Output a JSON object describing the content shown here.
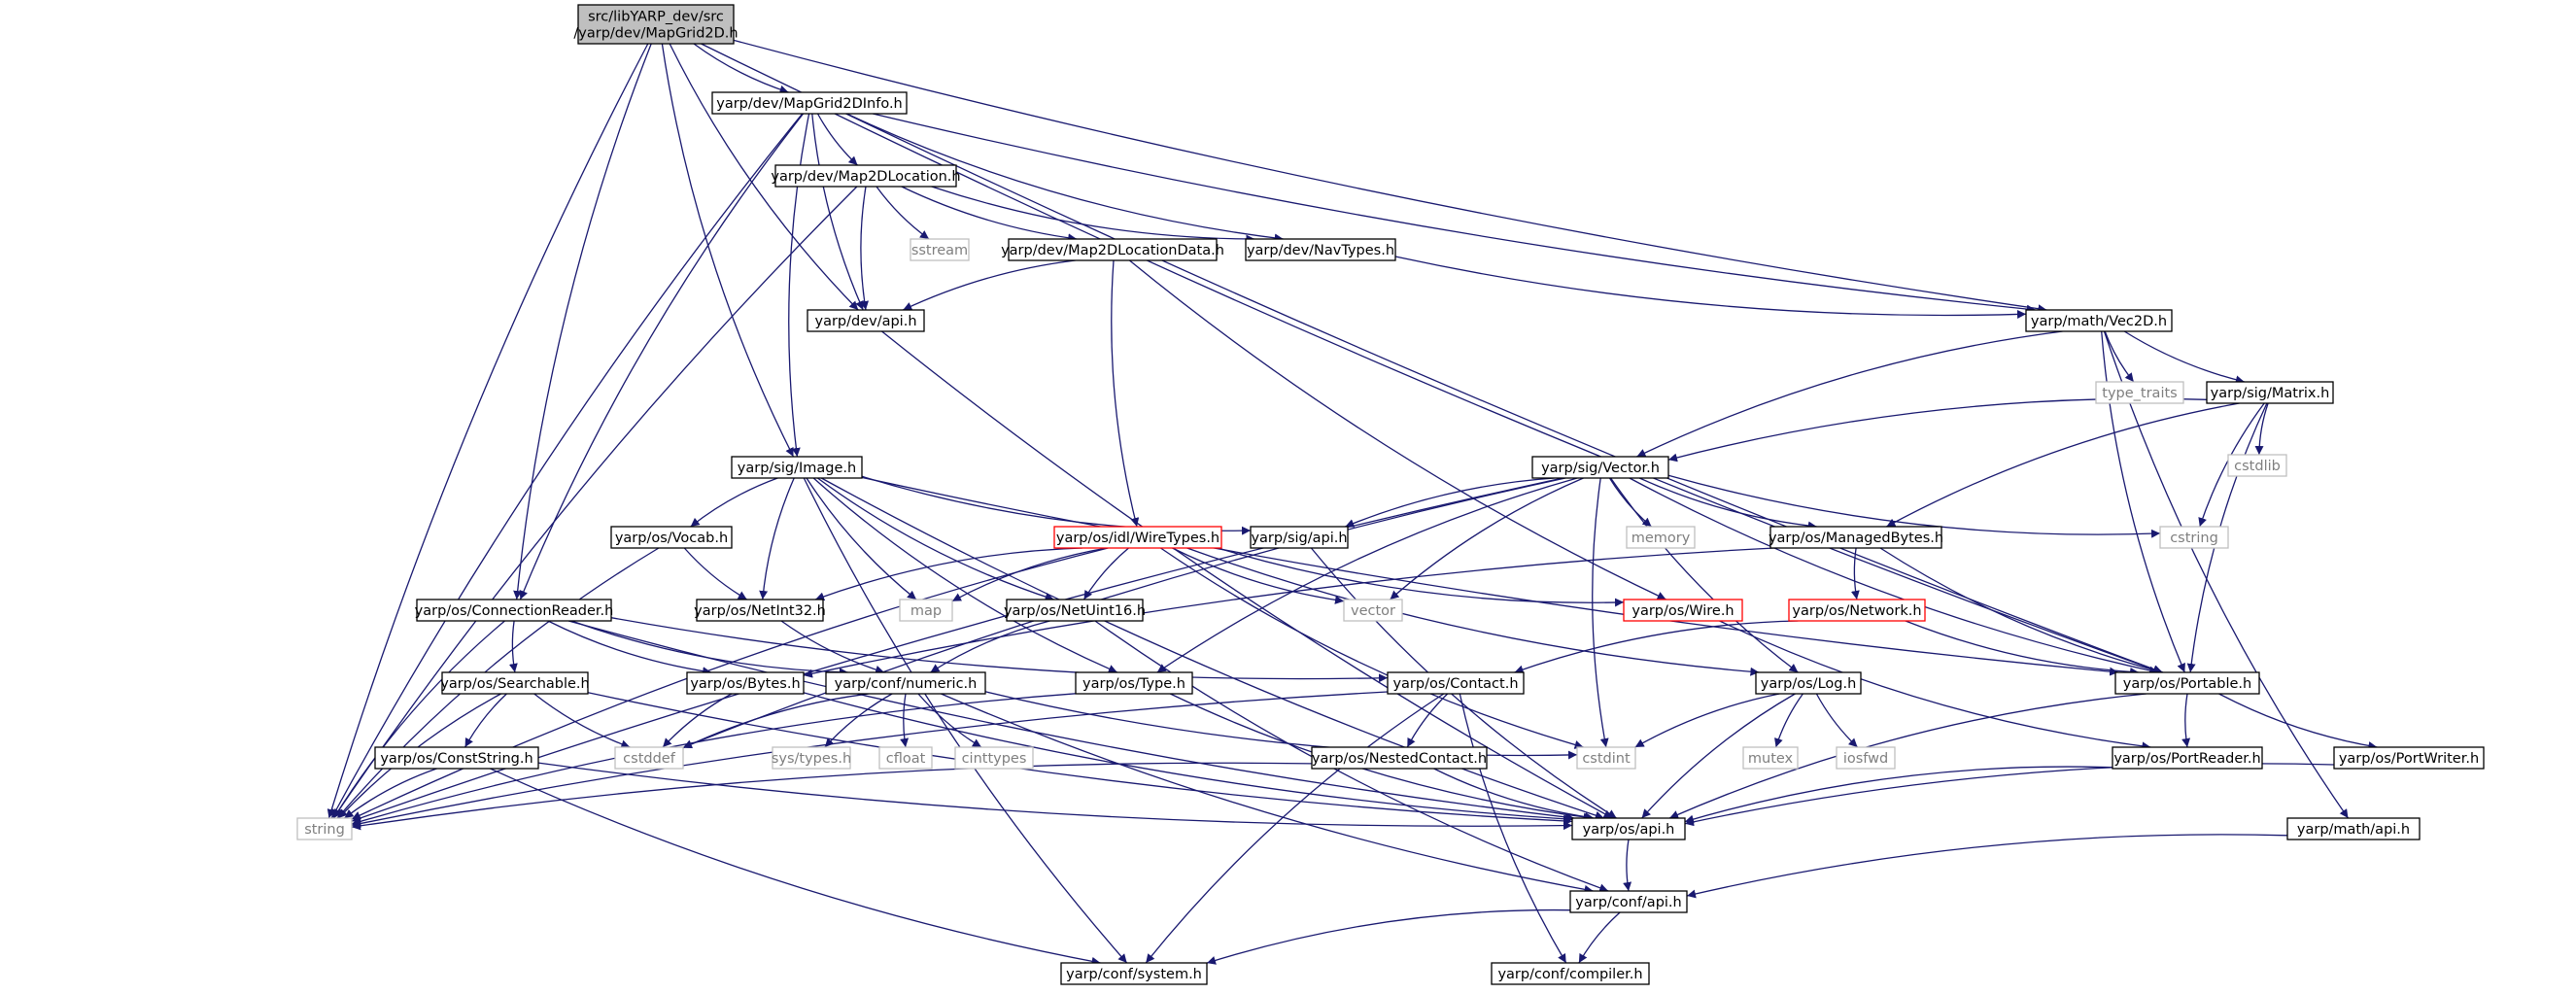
{
  "colors": {
    "edge": "#191970",
    "root_fill": "#bfbfbf",
    "node_border": "#000000",
    "missing_border": "#bfbfbf",
    "missing_text": "#7f7f7f",
    "truncated_border": "#ff0000",
    "background": "#ffffff"
  },
  "nodes": [
    {
      "id": "root",
      "lines": [
        "src/libYARP_dev/src",
        "/yarp/dev/MapGrid2D.h"
      ],
      "kind": "root"
    },
    {
      "id": "mapgrid2dinfo",
      "lines": [
        "yarp/dev/MapGrid2DInfo.h"
      ],
      "kind": "normal"
    },
    {
      "id": "map2dlocation",
      "lines": [
        "yarp/dev/Map2DLocation.h"
      ],
      "kind": "normal"
    },
    {
      "id": "sstream",
      "lines": [
        "sstream"
      ],
      "kind": "missing"
    },
    {
      "id": "map2dlocationdata",
      "lines": [
        "yarp/dev/Map2DLocationData.h"
      ],
      "kind": "normal"
    },
    {
      "id": "navtypes",
      "lines": [
        "yarp/dev/NavTypes.h"
      ],
      "kind": "normal"
    },
    {
      "id": "devapi",
      "lines": [
        "yarp/dev/api.h"
      ],
      "kind": "normal"
    },
    {
      "id": "vec2d",
      "lines": [
        "yarp/math/Vec2D.h"
      ],
      "kind": "normal"
    },
    {
      "id": "type_traits",
      "lines": [
        "type_traits"
      ],
      "kind": "missing"
    },
    {
      "id": "matrix",
      "lines": [
        "yarp/sig/Matrix.h"
      ],
      "kind": "normal"
    },
    {
      "id": "cstdlib",
      "lines": [
        "cstdlib"
      ],
      "kind": "missing"
    },
    {
      "id": "image",
      "lines": [
        "yarp/sig/Image.h"
      ],
      "kind": "normal"
    },
    {
      "id": "vector_h",
      "lines": [
        "yarp/sig/Vector.h"
      ],
      "kind": "normal"
    },
    {
      "id": "memory",
      "lines": [
        "memory"
      ],
      "kind": "missing"
    },
    {
      "id": "vocab",
      "lines": [
        "yarp/os/Vocab.h"
      ],
      "kind": "normal"
    },
    {
      "id": "wiretypes",
      "lines": [
        "yarp/os/idl/WireTypes.h"
      ],
      "kind": "truncated"
    },
    {
      "id": "sigapi",
      "lines": [
        "yarp/sig/api.h"
      ],
      "kind": "normal"
    },
    {
      "id": "managedbytes",
      "lines": [
        "yarp/os/ManagedBytes.h"
      ],
      "kind": "normal"
    },
    {
      "id": "cstring",
      "lines": [
        "cstring"
      ],
      "kind": "missing"
    },
    {
      "id": "connectionreader",
      "lines": [
        "yarp/os/ConnectionReader.h"
      ],
      "kind": "normal"
    },
    {
      "id": "netint32",
      "lines": [
        "yarp/os/NetInt32.h"
      ],
      "kind": "normal"
    },
    {
      "id": "map",
      "lines": [
        "map"
      ],
      "kind": "missing"
    },
    {
      "id": "netuint16",
      "lines": [
        "yarp/os/NetUint16.h"
      ],
      "kind": "normal"
    },
    {
      "id": "vector",
      "lines": [
        "vector"
      ],
      "kind": "missing"
    },
    {
      "id": "wire",
      "lines": [
        "yarp/os/Wire.h"
      ],
      "kind": "truncated"
    },
    {
      "id": "network",
      "lines": [
        "yarp/os/Network.h"
      ],
      "kind": "truncated"
    },
    {
      "id": "searchable",
      "lines": [
        "yarp/os/Searchable.h"
      ],
      "kind": "normal"
    },
    {
      "id": "bytes",
      "lines": [
        "yarp/os/Bytes.h"
      ],
      "kind": "normal"
    },
    {
      "id": "numeric",
      "lines": [
        "yarp/conf/numeric.h"
      ],
      "kind": "normal"
    },
    {
      "id": "type",
      "lines": [
        "yarp/os/Type.h"
      ],
      "kind": "normal"
    },
    {
      "id": "contact",
      "lines": [
        "yarp/os/Contact.h"
      ],
      "kind": "normal"
    },
    {
      "id": "log",
      "lines": [
        "yarp/os/Log.h"
      ],
      "kind": "normal"
    },
    {
      "id": "portable",
      "lines": [
        "yarp/os/Portable.h"
      ],
      "kind": "normal"
    },
    {
      "id": "conststring",
      "lines": [
        "yarp/os/ConstString.h"
      ],
      "kind": "normal"
    },
    {
      "id": "cstddef",
      "lines": [
        "cstddef"
      ],
      "kind": "missing"
    },
    {
      "id": "systypes",
      "lines": [
        "sys/types.h"
      ],
      "kind": "missing"
    },
    {
      "id": "cfloat",
      "lines": [
        "cfloat"
      ],
      "kind": "missing"
    },
    {
      "id": "cinttypes",
      "lines": [
        "cinttypes"
      ],
      "kind": "missing"
    },
    {
      "id": "nestedcontact",
      "lines": [
        "yarp/os/NestedContact.h"
      ],
      "kind": "normal"
    },
    {
      "id": "cstdint",
      "lines": [
        "cstdint"
      ],
      "kind": "missing"
    },
    {
      "id": "mutex",
      "lines": [
        "mutex"
      ],
      "kind": "missing"
    },
    {
      "id": "iosfwd",
      "lines": [
        "iosfwd"
      ],
      "kind": "missing"
    },
    {
      "id": "portreader",
      "lines": [
        "yarp/os/PortReader.h"
      ],
      "kind": "normal"
    },
    {
      "id": "portwriter",
      "lines": [
        "yarp/os/PortWriter.h"
      ],
      "kind": "normal"
    },
    {
      "id": "string",
      "lines": [
        "string"
      ],
      "kind": "missing"
    },
    {
      "id": "osapi",
      "lines": [
        "yarp/os/api.h"
      ],
      "kind": "normal"
    },
    {
      "id": "mathapi",
      "lines": [
        "yarp/math/api.h"
      ],
      "kind": "normal"
    },
    {
      "id": "confapi",
      "lines": [
        "yarp/conf/api.h"
      ],
      "kind": "normal"
    },
    {
      "id": "system",
      "lines": [
        "yarp/conf/system.h"
      ],
      "kind": "normal"
    },
    {
      "id": "compiler",
      "lines": [
        "yarp/conf/compiler.h"
      ],
      "kind": "normal"
    }
  ],
  "edges": [
    [
      "root",
      "mapgrid2dinfo"
    ],
    [
      "root",
      "devapi"
    ],
    [
      "root",
      "vec2d"
    ],
    [
      "root",
      "image"
    ],
    [
      "root",
      "connectionreader"
    ],
    [
      "root",
      "portable"
    ],
    [
      "root",
      "string"
    ],
    [
      "mapgrid2dinfo",
      "map2dlocation"
    ],
    [
      "mapgrid2dinfo",
      "navtypes"
    ],
    [
      "mapgrid2dinfo",
      "devapi"
    ],
    [
      "mapgrid2dinfo",
      "vec2d"
    ],
    [
      "mapgrid2dinfo",
      "image"
    ],
    [
      "mapgrid2dinfo",
      "connectionreader"
    ],
    [
      "mapgrid2dinfo",
      "portable"
    ],
    [
      "mapgrid2dinfo",
      "string"
    ],
    [
      "map2dlocation",
      "sstream"
    ],
    [
      "map2dlocation",
      "map2dlocationdata"
    ],
    [
      "map2dlocation",
      "navtypes"
    ],
    [
      "map2dlocation",
      "devapi"
    ],
    [
      "map2dlocation",
      "string"
    ],
    [
      "map2dlocationdata",
      "devapi"
    ],
    [
      "map2dlocationdata",
      "wiretypes"
    ],
    [
      "map2dlocationdata",
      "wire"
    ],
    [
      "navtypes",
      "vec2d"
    ],
    [
      "devapi",
      "osapi"
    ],
    [
      "vec2d",
      "type_traits"
    ],
    [
      "vec2d",
      "matrix"
    ],
    [
      "vec2d",
      "vector_h"
    ],
    [
      "vec2d",
      "portable"
    ],
    [
      "vec2d",
      "mathapi"
    ],
    [
      "matrix",
      "cstdlib"
    ],
    [
      "matrix",
      "cstring"
    ],
    [
      "matrix",
      "vector_h"
    ],
    [
      "matrix",
      "managedbytes"
    ],
    [
      "matrix",
      "portable"
    ],
    [
      "image",
      "vocab"
    ],
    [
      "image",
      "netint32"
    ],
    [
      "image",
      "map"
    ],
    [
      "image",
      "netuint16"
    ],
    [
      "image",
      "sigapi"
    ],
    [
      "image",
      "type"
    ],
    [
      "image",
      "portable"
    ],
    [
      "image",
      "osapi"
    ],
    [
      "image",
      "system"
    ],
    [
      "vector_h",
      "memory"
    ],
    [
      "vector_h",
      "vector"
    ],
    [
      "vector_h",
      "cstring"
    ],
    [
      "vector_h",
      "sigapi"
    ],
    [
      "vector_h",
      "managedbytes"
    ],
    [
      "vector_h",
      "cstddef"
    ],
    [
      "vector_h",
      "string"
    ],
    [
      "vector_h",
      "type"
    ],
    [
      "vector_h",
      "log"
    ],
    [
      "vector_h",
      "portable"
    ],
    [
      "vector_h",
      "cstdint"
    ],
    [
      "vocab",
      "netint32"
    ],
    [
      "vocab",
      "string"
    ],
    [
      "wiretypes",
      "netint32"
    ],
    [
      "wiretypes",
      "netuint16"
    ],
    [
      "wiretypes",
      "map"
    ],
    [
      "wiretypes",
      "vector"
    ],
    [
      "wiretypes",
      "wire"
    ],
    [
      "wiretypes",
      "string"
    ],
    [
      "wiretypes",
      "log"
    ],
    [
      "wiretypes",
      "cstdint"
    ],
    [
      "sigapi",
      "osapi"
    ],
    [
      "managedbytes",
      "network"
    ],
    [
      "managedbytes",
      "bytes"
    ],
    [
      "managedbytes",
      "portable"
    ],
    [
      "connectionreader",
      "searchable"
    ],
    [
      "connectionreader",
      "bytes"
    ],
    [
      "connectionreader",
      "numeric"
    ],
    [
      "connectionreader",
      "contact"
    ],
    [
      "connectionreader",
      "osapi"
    ],
    [
      "connectionreader",
      "string"
    ],
    [
      "netint32",
      "numeric"
    ],
    [
      "netuint16",
      "numeric"
    ],
    [
      "netuint16",
      "confapi"
    ],
    [
      "wire",
      "portreader"
    ],
    [
      "network",
      "contact"
    ],
    [
      "network",
      "portable"
    ],
    [
      "searchable",
      "conststring"
    ],
    [
      "searchable",
      "cstddef"
    ],
    [
      "searchable",
      "osapi"
    ],
    [
      "searchable",
      "string"
    ],
    [
      "bytes",
      "cstddef"
    ],
    [
      "bytes",
      "osapi"
    ],
    [
      "numeric",
      "systypes"
    ],
    [
      "numeric",
      "cfloat"
    ],
    [
      "numeric",
      "cinttypes"
    ],
    [
      "numeric",
      "cstddef"
    ],
    [
      "numeric",
      "cstdint"
    ],
    [
      "numeric",
      "confapi"
    ],
    [
      "type",
      "osapi"
    ],
    [
      "type",
      "string"
    ],
    [
      "contact",
      "nestedcontact"
    ],
    [
      "contact",
      "string"
    ],
    [
      "contact",
      "system"
    ],
    [
      "contact",
      "compiler"
    ],
    [
      "log",
      "cstdint"
    ],
    [
      "log",
      "mutex"
    ],
    [
      "log",
      "iosfwd"
    ],
    [
      "log",
      "osapi"
    ],
    [
      "portable",
      "portreader"
    ],
    [
      "portable",
      "portwriter"
    ],
    [
      "portable",
      "osapi"
    ],
    [
      "conststring",
      "osapi"
    ],
    [
      "conststring",
      "string"
    ],
    [
      "conststring",
      "system"
    ],
    [
      "nestedcontact",
      "osapi"
    ],
    [
      "nestedcontact",
      "string"
    ],
    [
      "portreader",
      "osapi"
    ],
    [
      "portwriter",
      "osapi"
    ],
    [
      "osapi",
      "confapi"
    ],
    [
      "mathapi",
      "confapi"
    ],
    [
      "confapi",
      "system"
    ],
    [
      "confapi",
      "compiler"
    ]
  ]
}
